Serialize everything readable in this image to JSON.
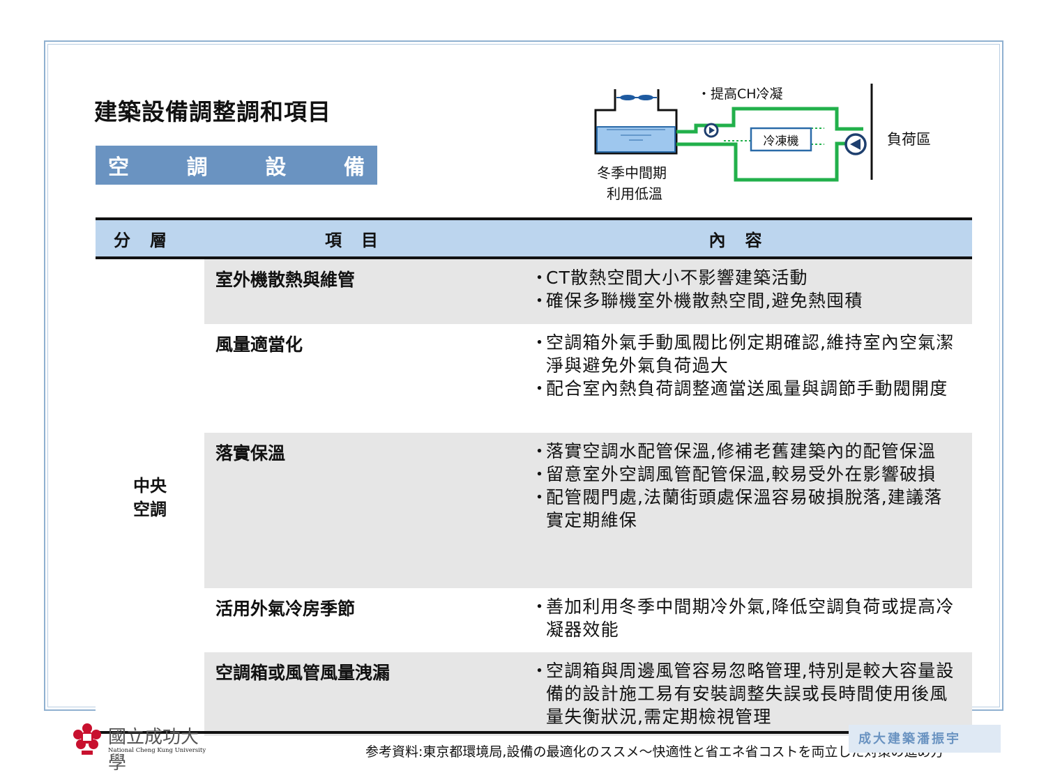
{
  "page": {
    "title": "建築設備調整調和項目",
    "section_chars": [
      "空",
      "調",
      "設",
      "備"
    ]
  },
  "diagram": {
    "top_note": "・提高CH冷凝",
    "chiller_label": "冷凍機",
    "load_label": "負荷區",
    "tower_caption_line1": "冬季中間期",
    "tower_caption_line2": "利用低溫"
  },
  "table": {
    "headers": [
      "分層",
      "項目",
      "內容"
    ],
    "category": [
      "中央",
      "空調"
    ],
    "rows": [
      {
        "item": "室外機散熱與維管",
        "bullets": [
          "CT散熱空間大小不影響建築活動",
          "確保多聯機室外機散熱空間,避免熱囤積"
        ]
      },
      {
        "item": "風量適當化",
        "bullets": [
          "空調箱外氣手動風閥比例定期確認,維持室內空氣潔淨與避免外氣負荷過大",
          "配合室內熱負荷調整適當送風量與調節手動閥開度"
        ]
      },
      {
        "item": "落實保溫",
        "bullets": [
          "落實空調水配管保溫,修補老舊建築內的配管保溫",
          "留意室外空調風管配管保溫,較易受外在影響破損",
          "配管閥門處,法蘭街頭處保溫容易破損脫落,建議落實定期維保"
        ]
      },
      {
        "item": "活用外氣冷房季節",
        "bullets": [
          "善加利用冬季中間期冷外氣,降低空調負荷或提高冷凝器效能"
        ]
      },
      {
        "item": "空調箱或風管風量洩漏",
        "bullets": [
          "空調箱與周邊風管容易忽略管理,特別是較大容量設備的設計施工易有安裝調整失誤或長時間使用後風量失衡狀況,需定期檢視管理"
        ]
      }
    ]
  },
  "footer": {
    "university_cn": "國立成功大學",
    "university_en": "National Cheng Kung University",
    "reference": "参考資料:東京都環境局,設備の最適化のススメ～快適性と省エネ省コストを両立した対策の進め方",
    "badge": "成大建築潘振宇"
  },
  "colors": {
    "accent": "#6a93c1",
    "header_bg": "#bcd5ee",
    "pipe_green": "#22b04b",
    "row_shade": "#e6e6e6"
  }
}
